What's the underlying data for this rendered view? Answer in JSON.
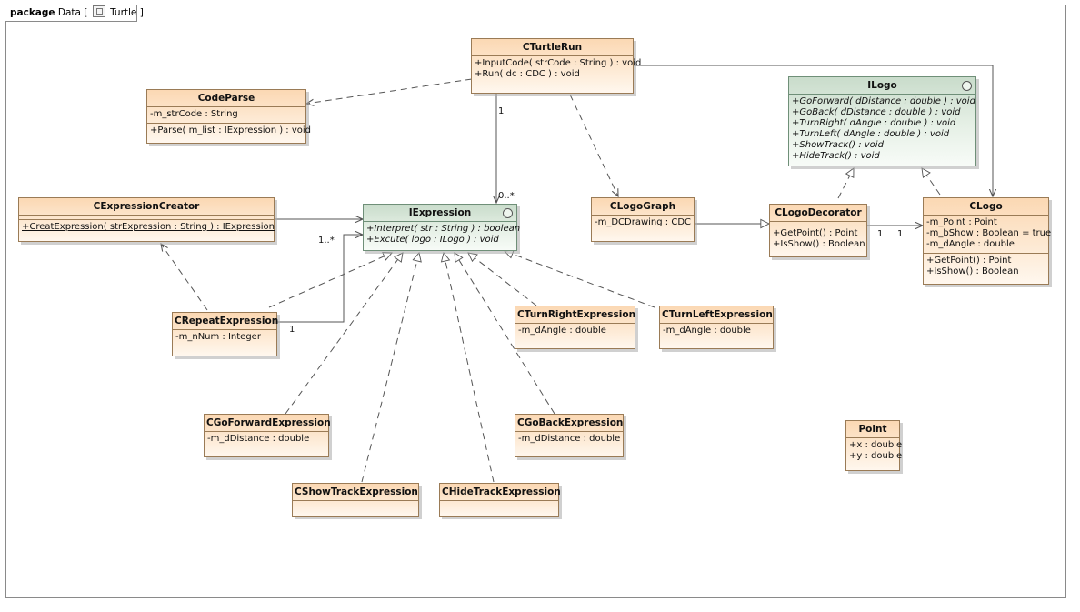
{
  "frame": {
    "keyword": "package",
    "name_prefix": "Data [",
    "diagram_icon": "class-diagram-icon",
    "name": "Turtle ]"
  },
  "classes": {
    "cturtlerun": {
      "name": "CTurtleRun",
      "ops": [
        "+InputCode( strCode : String ) : void",
        "+Run( dc : CDC ) : void"
      ]
    },
    "codeparse": {
      "name": "CodeParse",
      "attrs": [
        "-m_strCode : String"
      ],
      "ops": [
        "+Parse( m_list : IExpression ) : void"
      ]
    },
    "ilogo": {
      "name": "ILogo",
      "ops": [
        "+GoForward( dDistance : double ) : void",
        "+GoBack( dDistance : double ) : void",
        "+TurnRight( dAngle : double ) : void",
        "+TurnLeft( dAngle : double ) : void",
        "+ShowTrack() : void",
        "+HideTrack() : void"
      ]
    },
    "cexpressioncreator": {
      "name": "CExpressionCreator",
      "ops": [
        "+CreatExpression( strExpression : String ) : IExpression"
      ]
    },
    "iexpression": {
      "name": "IExpression",
      "ops": [
        "+Interpret( str : String ) : boolean",
        "+Excute( logo : ILogo ) : void"
      ]
    },
    "clogograph": {
      "name": "CLogoGraph",
      "attrs": [
        "-m_DCDrawing : CDC"
      ]
    },
    "clogodecorator": {
      "name": "CLogoDecorator",
      "ops": [
        "+GetPoint() : Point",
        "+IsShow() : Boolean"
      ]
    },
    "clogo": {
      "name": "CLogo",
      "attrs": [
        "-m_Point : Point",
        "-m_bShow : Boolean = true",
        "-m_dAngle : double"
      ],
      "ops": [
        "+GetPoint() : Point",
        "+IsShow() : Boolean"
      ]
    },
    "crepeatexpression": {
      "name": "CRepeatExpression",
      "attrs": [
        "-m_nNum : Integer"
      ]
    },
    "cturnrightexpression": {
      "name": "CTurnRightExpression",
      "attrs": [
        "-m_dAngle : double"
      ]
    },
    "cturnleftexpression": {
      "name": "CTurnLeftExpression",
      "attrs": [
        "-m_dAngle : double"
      ]
    },
    "cgoforwardexpression": {
      "name": "CGoForwardExpression",
      "attrs": [
        "-m_dDistance : double"
      ]
    },
    "cgobackexpression": {
      "name": "CGoBackExpression",
      "attrs": [
        "-m_dDistance : double"
      ]
    },
    "cshowtrackexpression": {
      "name": "CShowTrackExpression"
    },
    "chidetrackexpression": {
      "name": "CHideTrackExpression"
    },
    "point": {
      "name": "Point",
      "attrs": [
        "+x : double",
        "+y : double"
      ]
    }
  },
  "multiplicities": {
    "run_expr_src": "1",
    "run_expr_dst": "0..*",
    "repeat_src": "1",
    "repeat_dst": "1..*",
    "deco_src": "1",
    "deco_dst": "1"
  },
  "colors": {
    "class_fill": "#fde9d3",
    "class_border": "#9a7b56",
    "interface_fill": "#e6f0e6",
    "interface_border": "#6f8f78",
    "line": "#555555"
  }
}
